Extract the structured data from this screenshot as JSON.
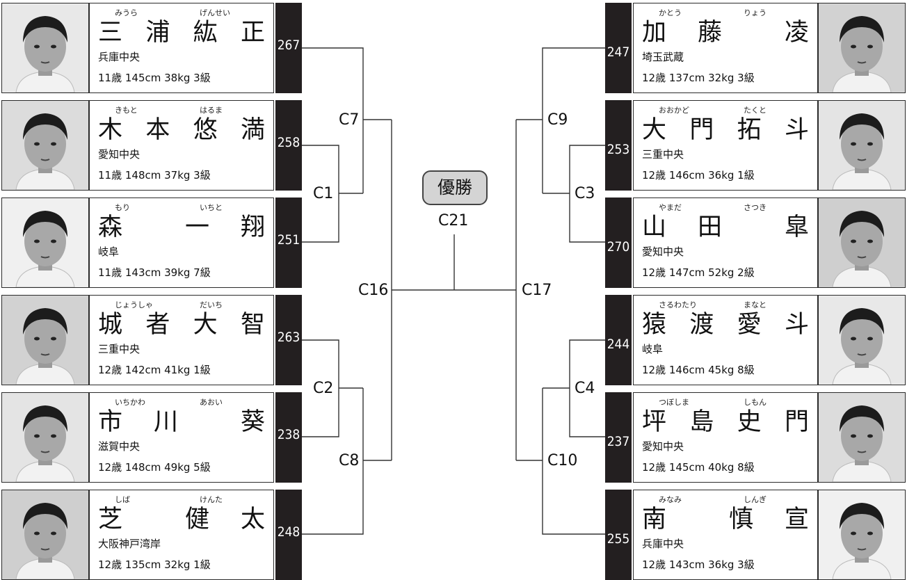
{
  "champion_label": "優勝",
  "final_match": "C21",
  "left_players": [
    {
      "number": "267",
      "furi_given": "みうら",
      "furi_family": "げんせい",
      "chars": [
        "三",
        "浦",
        "紘",
        "正"
      ],
      "prefecture": "兵庫中央",
      "stats": "11歳 145cm 38kg 3級"
    },
    {
      "number": "258",
      "furi_given": "きもと",
      "furi_family": "はるま",
      "chars": [
        "木",
        "本",
        "悠",
        "満"
      ],
      "prefecture": "愛知中央",
      "stats": "11歳 148cm 37kg 3級"
    },
    {
      "number": "251",
      "furi_given": "もり",
      "furi_family": "いちと",
      "chars": [
        "森",
        "",
        "一",
        "翔"
      ],
      "prefecture": "岐阜",
      "stats": "11歳 143cm 39kg 7級"
    },
    {
      "number": "263",
      "furi_given": "じょうしゃ",
      "furi_family": "だいち",
      "chars": [
        "城",
        "者",
        "大",
        "智"
      ],
      "prefecture": "三重中央",
      "stats": "12歳 142cm 41kg 1級"
    },
    {
      "number": "238",
      "furi_given": "いちかわ",
      "furi_family": "あおい",
      "chars": [
        "市",
        "川",
        "",
        "葵"
      ],
      "prefecture": "滋賀中央",
      "stats": "12歳 148cm 49kg 5級"
    },
    {
      "number": "248",
      "furi_given": "しば",
      "furi_family": "けんた",
      "chars": [
        "芝",
        "",
        "健",
        "太"
      ],
      "prefecture": "大阪神戸湾岸",
      "stats": "12歳 135cm 32kg 1級"
    }
  ],
  "right_players": [
    {
      "number": "247",
      "furi_given": "かとう",
      "furi_family": "りょう",
      "chars": [
        "加",
        "藤",
        "",
        "凌"
      ],
      "prefecture": "埼玉武蔵",
      "stats": "12歳 137cm 32kg 3級"
    },
    {
      "number": "253",
      "furi_given": "おおかど",
      "furi_family": "たくと",
      "chars": [
        "大",
        "門",
        "拓",
        "斗"
      ],
      "prefecture": "三重中央",
      "stats": "12歳 146cm 36kg 1級"
    },
    {
      "number": "270",
      "furi_given": "やまだ",
      "furi_family": "さつき",
      "chars": [
        "山",
        "田",
        "",
        "皐"
      ],
      "prefecture": "愛知中央",
      "stats": "12歳 147cm 52kg 2級"
    },
    {
      "number": "244",
      "furi_given": "さるわたり",
      "furi_family": "まなと",
      "chars": [
        "猿",
        "渡",
        "愛",
        "斗"
      ],
      "prefecture": "岐阜",
      "stats": "12歳 146cm 45kg 8級"
    },
    {
      "number": "237",
      "furi_given": "つぼしま",
      "furi_family": "しもん",
      "chars": [
        "坪",
        "島",
        "史",
        "門"
      ],
      "prefecture": "愛知中央",
      "stats": "12歳 145cm 40kg 8級"
    },
    {
      "number": "255",
      "furi_given": "みなみ",
      "furi_family": "しんぎ",
      "chars": [
        "南",
        "",
        "慎",
        "宣"
      ],
      "prefecture": "兵庫中央",
      "stats": "12歳 143cm 36kg 3級"
    }
  ],
  "matches": {
    "c1": "C1",
    "c2": "C2",
    "c3": "C3",
    "c4": "C4",
    "c7": "C7",
    "c8": "C8",
    "c9": "C9",
    "c10": "C10",
    "c16": "C16",
    "c17": "C17"
  },
  "colors": {
    "number_block": "#231f20",
    "line": "#333333",
    "champion_fill": "#d4d4d4"
  }
}
